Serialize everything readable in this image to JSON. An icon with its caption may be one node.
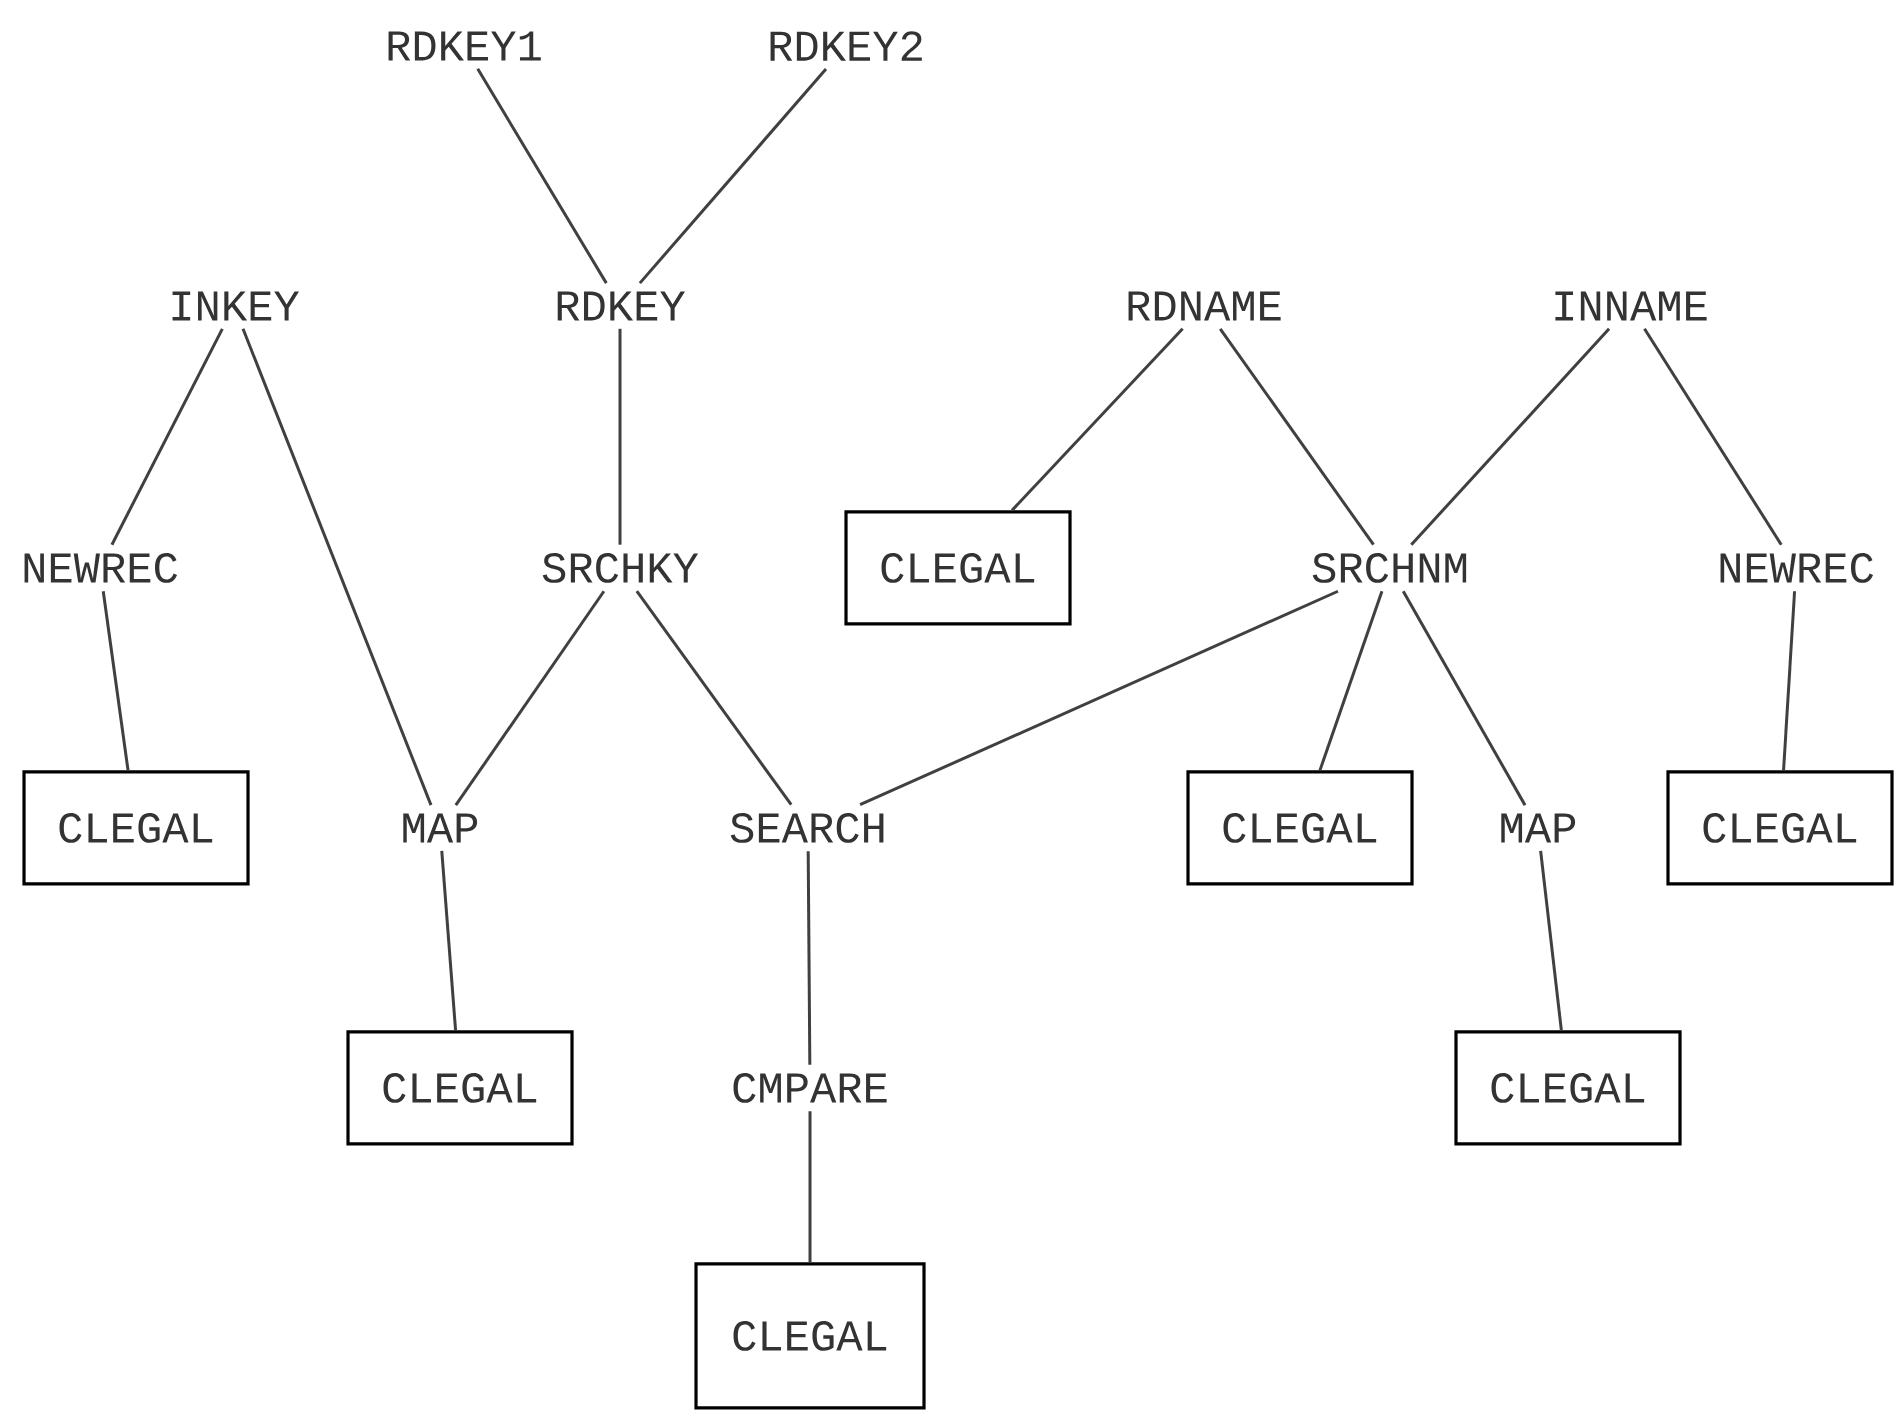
{
  "diagram": {
    "nodes": [
      {
        "text": [
          "RDKEY1"
        ]
      },
      {
        "text": [
          "RDKEY2"
        ]
      },
      {
        "text": [
          "INKEY"
        ]
      },
      {
        "text": [
          "RDKEY"
        ]
      },
      {
        "text": [
          "RDNAME"
        ]
      },
      {
        "text": [
          "INNAME"
        ]
      },
      {
        "text": [
          "NEWREC"
        ]
      },
      {
        "text": [
          "SRCHKY"
        ]
      },
      {
        "text": [
          "CLEGAL"
        ]
      },
      {
        "text": [
          "SRCHNM"
        ]
      },
      {
        "text": [
          "NEWREC"
        ]
      },
      {
        "text": [
          "CLEGAL"
        ]
      },
      {
        "text": [
          "MAP"
        ]
      },
      {
        "text": [
          "SEARCH"
        ]
      },
      {
        "text": [
          "CLEGAL"
        ]
      },
      {
        "text": [
          "MAP"
        ]
      },
      {
        "text": [
          "CLEGAL"
        ]
      },
      {
        "text": [
          "CLEGAL"
        ]
      },
      {
        "text": [
          "CMPARE"
        ]
      },
      {
        "text": [
          "CLEGAL"
        ]
      },
      {
        "text": [
          "CLEGAL"
        ]
      }
    ],
    "edges": [
      {
        "from": 0,
        "to": 3,
        "arrow": "none"
      },
      {
        "from": 1,
        "to": 3,
        "arrow": "none"
      },
      {
        "from": 2,
        "to": 6,
        "arrow": "none"
      },
      {
        "from": 2,
        "to": 12,
        "arrow": "none"
      },
      {
        "from": 3,
        "to": 7,
        "arrow": "none"
      },
      {
        "from": 4,
        "to": 8,
        "arrow": "none"
      },
      {
        "from": 4,
        "to": 9,
        "arrow": "none"
      },
      {
        "from": 5,
        "to": 9,
        "arrow": "none"
      },
      {
        "from": 5,
        "to": 10,
        "arrow": "none"
      },
      {
        "from": 6,
        "to": 11,
        "arrow": "none"
      },
      {
        "from": 7,
        "to": 12,
        "arrow": "none"
      },
      {
        "from": 7,
        "to": 13,
        "arrow": "none"
      },
      {
        "from": 9,
        "to": 13,
        "arrow": "none"
      },
      {
        "from": 9,
        "to": 14,
        "arrow": "none"
      },
      {
        "from": 9,
        "to": 15,
        "arrow": "none"
      },
      {
        "from": 10,
        "to": 16,
        "arrow": "none"
      },
      {
        "from": 12,
        "to": 17,
        "arrow": "none"
      },
      {
        "from": 13,
        "to": 18,
        "arrow": "none"
      },
      {
        "from": 15,
        "to": 19,
        "arrow": "none"
      },
      {
        "from": 18,
        "to": 20,
        "arrow": "none"
      }
    ]
  }
}
